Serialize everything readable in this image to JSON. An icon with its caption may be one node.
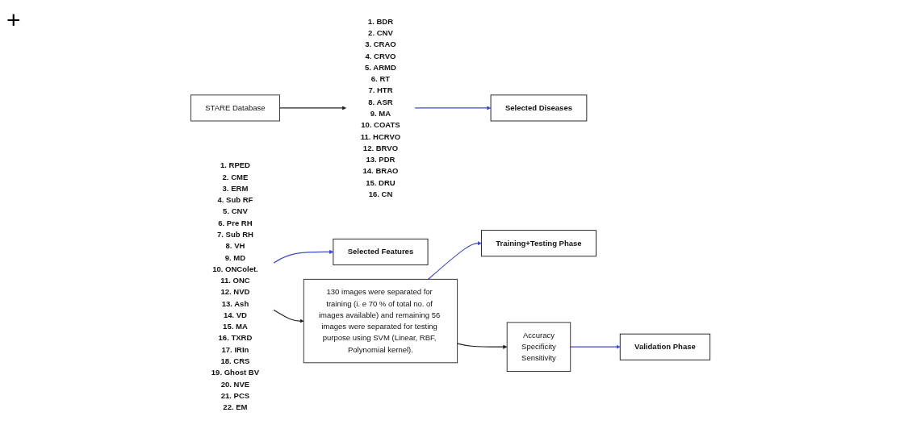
{
  "diagram": {
    "nodes": [
      {
        "text": [
          "STARE Database"
        ]
      },
      {
        "text": [
          "1. BDR",
          "2. CNV",
          "3. CRAO",
          "4. CRVO",
          "5. ARMD",
          "6. RT",
          "7. HTR",
          "8. ASR",
          "9. MA",
          "10. COATS",
          "11. HCRVO",
          "12. BRVO",
          "13. PDR",
          "14. BRAO",
          "15. DRU",
          "16. CN"
        ]
      },
      {
        "text": [
          "Selected Diseases"
        ]
      },
      {
        "text": [
          "1. RPED",
          "2. CME",
          "3. ERM",
          "4. Sub RF",
          "5. CNV",
          "6. Pre RH",
          "7. Sub RH",
          "8. VH",
          "9. MD",
          "10. ONColet.",
          "11. ONC",
          "12. NVD",
          "13. Ash",
          "14. VD",
          "15. MA",
          "16. TXRD",
          "17. IRIn",
          "18. CRS",
          "19. Ghost BV",
          "20. NVE",
          "21. PCS",
          "22. EM"
        ]
      },
      {
        "text": [
          "Selected Features"
        ]
      },
      {
        "text": [
          "130 images were separated for training (i. e 70 % of total no. of images available) and remaining 56 images were separated for testing purpose using SVM (Linear, RBF, Polynomial kernel)."
        ]
      },
      {
        "text": [
          "Training+Testing Phase"
        ]
      },
      {
        "text": [
          "Accuracy",
          "Specificity",
          "Sensitivity"
        ]
      },
      {
        "text": [
          "Validation Phase"
        ]
      }
    ],
    "edges": [
      {
        "from": 0,
        "to": 1,
        "arrow": "to",
        "color": "#222222"
      },
      {
        "from": 1,
        "to": 2,
        "arrow": "to"
      },
      {
        "from": 3,
        "to": 4,
        "arrow": "to"
      },
      {
        "from": 3,
        "to": 5,
        "arrow": "to",
        "color": "#222222"
      },
      {
        "from": 5,
        "to": 6,
        "arrow": "to"
      },
      {
        "from": 5,
        "to": 7,
        "arrow": "to",
        "color": "#222222"
      },
      {
        "from": 7,
        "to": 8,
        "arrow": "to"
      }
    ],
    "labels": [
      "+"
    ]
  }
}
